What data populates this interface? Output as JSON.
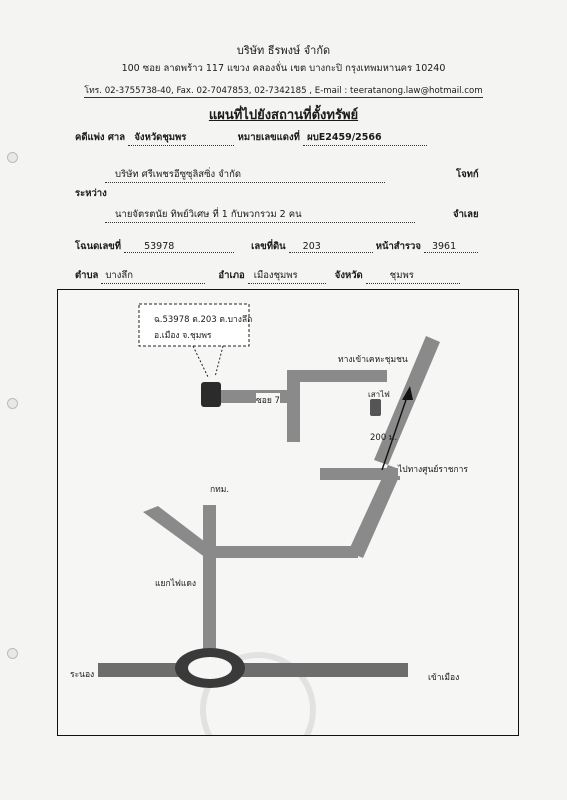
{
  "header": {
    "company": "บริษัท ธีรพงษ์ จำกัด",
    "address": "100  ซอย ลาดพร้าว 117  แขวง คลองจั่น  เขต บางกะปิ  กรุงเทพมหานคร  10240",
    "contact": "โทร. 02-3755738-40, Fax. 02-7047853, 02-7342185 , E-mail : teeratanong.law@hotmail.com",
    "doc_title": "แผนที่ไปยังสถานที่ตั้งทรัพย์"
  },
  "case": {
    "court_label": "คดีแพ่ง  ศาล",
    "court_value": "จังหวัดชุมพร",
    "black_no_label": "หมายเลขแดงที่",
    "black_no_value": "ผบE2459/2566",
    "plaintiff": "บริษัท ศรีเพชรอีซูซุลิสซิ่ง จำกัด",
    "plaintiff_role": "โจทก์",
    "between": "ระหว่าง",
    "defendant": "นายจัตรตนัย  ทิพย์วิเศษ ที่ 1  กับพวกรวม 2 คน",
    "defendant_role": "จำเลย"
  },
  "deed": {
    "deed_label": "โฉนดเลขที่",
    "deed_value": "53978",
    "land_no_label": "เลขที่ดิน",
    "land_no_value": "203",
    "survey_label": "หน้าสำรวจ",
    "survey_value": "3961",
    "tambon_label": "ตำบล",
    "tambon_value": "บางลึก",
    "amphoe_label": "อำเภอ",
    "amphoe_value": "เมืองชุมพร",
    "province_label": "จังหวัด",
    "province_value": "ชุมพร"
  },
  "map": {
    "callout_line1": "ฉ.53978 ต.203 ต.บางลึก",
    "callout_line2": "อ.เมือง จ.ชุมพร",
    "soi_label": "ซอย 7",
    "entrance_label": "ทางเข้าเคหะชุมชน",
    "pole_label": "เสาไฟ",
    "distance_label": "200 ม.",
    "to_center_label": "ไปทางศูนย์ราชการ",
    "bangkok_label": "กทม.",
    "junction_label": "แยกไฟแดง",
    "ranong_label": "ระนอง",
    "to_city_label": "เข้าเมือง"
  },
  "colors": {
    "road": "#8a8a8a",
    "road_dark": "#6d6d6d",
    "marker": "#2b2b2b",
    "ink": "#1a1a1a"
  }
}
